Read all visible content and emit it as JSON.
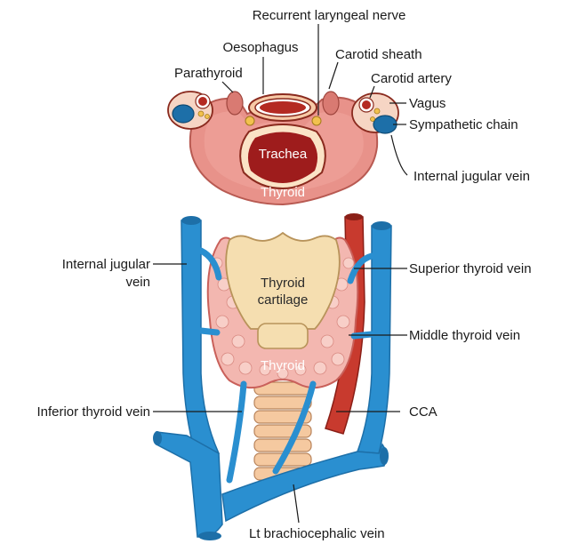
{
  "labels": {
    "recurrent_laryngeal_nerve": "Recurrent laryngeal nerve",
    "oesophagus": "Oesophagus",
    "carotid_sheath": "Carotid sheath",
    "parathyroid": "Parathyroid",
    "carotid_artery": "Carotid artery",
    "vagus": "Vagus",
    "sympathetic_chain": "Sympathetic chain",
    "trachea": "Trachea",
    "internal_jugular_vein_top": "Internal jugular vein",
    "thyroid_top": "Thyroid",
    "internal_jugular_left_1": "Internal jugular",
    "internal_jugular_left_2": "vein",
    "superior_thyroid_vein": "Superior thyroid vein",
    "thyroid_cartilage_1": "Thyroid",
    "thyroid_cartilage_2": "cartilage",
    "middle_thyroid_vein": "Middle thyroid vein",
    "thyroid_bottom": "Thyroid",
    "inferior_thyroid_vein": "Inferior thyroid vein",
    "cca": "CCA",
    "lt_brachiocephalic_vein": "Lt brachiocephalic vein"
  },
  "colors": {
    "vein_blue": "#2a8fd0",
    "vein_dark": "#1d6fa8",
    "thyroid_pink": "#e8928a",
    "thyroid_dark": "#c9605a",
    "gland_pink": "#f3b7b0",
    "cartilage": "#f5deb0",
    "trachea_red": "#9e1c1c",
    "artery_red": "#c83a2e",
    "nerve_yellow": "#f2c14e"
  }
}
